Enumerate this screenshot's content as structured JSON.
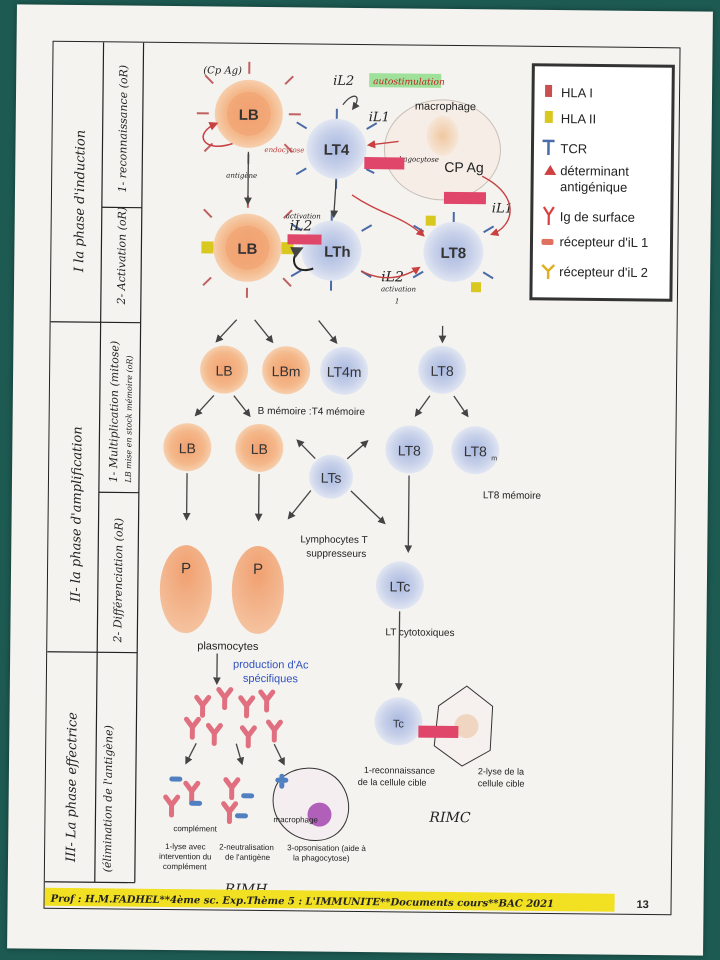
{
  "phases": {
    "p1": "I   la phase  d'induction",
    "p1_s1": "1- reconnaissance  (oR)",
    "p1_s2": "2- Activation  (oR)",
    "p2": "II-  la phase  d'amplification",
    "p2_s1": "1- Multiplication (mitose)",
    "p2_s1b": "LB mise en stock mémoire (oR)",
    "p2_s2": "2- Différenciation (oR)",
    "p3": "III- La phase effectrice",
    "p3_s1": "(élimination  de  l'antigène)"
  },
  "legend": {
    "items": [
      {
        "label": "HLA I",
        "color": "#c85050"
      },
      {
        "label": "HLA II",
        "color": "#d8c820"
      },
      {
        "label": "TCR",
        "color": "#4a6aa8"
      },
      {
        "label": "déterminant",
        "label2": "antigénique",
        "color": "#d04040"
      },
      {
        "label": "Ig de surface",
        "color": "#d84040"
      },
      {
        "label": "récepteur d'iL 1",
        "color": "#e07060"
      },
      {
        "label": "récepteur d'iL 2",
        "color": "#e0b020"
      }
    ]
  },
  "cells": {
    "lb": "LB",
    "lt4": "LT4",
    "lth": "LTh",
    "lt8": "LT8",
    "lbm": "LBm",
    "lt4m": "LT4m",
    "lts": "LTs",
    "lt8m": "LT8",
    "lt8m_sub": "m",
    "ltc": "LTc",
    "tc": "Tc",
    "p": "P"
  },
  "labels": {
    "cpag_top": "(Cp Ag)",
    "endocytose": "endocytose",
    "antigene": "antigène",
    "il2_top": "iL2",
    "autostimulation": "autostimulation",
    "macrophage": "macrophage",
    "il1": "iL1",
    "cpag": "CP Ag",
    "phagocytose": "phagocytose",
    "il1_r": "iL1",
    "il2_mid": "iL2",
    "activation_mid": "activation",
    "il2_bot": "iL2",
    "activation_bot": "activation",
    "one": "1",
    "memoire": "B mémoire :T4 mémoire",
    "lt8_memoire": "LT8 mémoire",
    "lts_1": "Lymphocytes T",
    "lts_2": "suppresseurs",
    "ltc_label": "LT cytotoxiques",
    "plasmocytes": "plasmocytes",
    "prod_1": "production d'Ac",
    "prod_2": "spécifiques",
    "complement": "complément",
    "lyse_1": "1-lyse avec",
    "lyse_2": "intervention du",
    "lyse_3": "complément",
    "neutr_1": "2-neutralisation",
    "neutr_2": "de l'antigène",
    "macrophage2": "macrophage",
    "opso_1": "3-opsonisation (aide à",
    "opso_2": "la phagocytose)",
    "reco_1": "1-reconnaissance",
    "reco_2": "de la cellule cible",
    "lyse_c_1": "2-lyse de la",
    "lyse_c_2": "cellule cible",
    "rimh": "RIMH",
    "rimc": "RIMC"
  },
  "footer": {
    "text": "Prof : H.M.FADHEL**4ème sc. Exp.Thème 5 : L'IMMUNITE**Documents cours**BAC 2021",
    "page": "13"
  }
}
